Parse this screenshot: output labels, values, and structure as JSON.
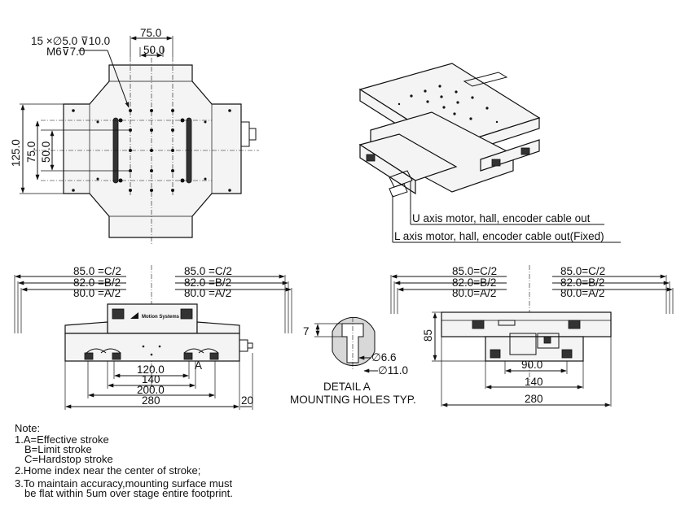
{
  "top_view": {
    "hole_spec_1": "15 ×∅5.0 ⊽10.0",
    "hole_spec_2": "M6⊽7.0",
    "dim_width_outer": "75.0",
    "dim_width_inner": "50.0",
    "dim_height_full": "125.0",
    "dim_height_outer": "75.0",
    "dim_height_inner": "50.0"
  },
  "iso_view": {
    "cable_u": "U axis motor, hall, encoder cable out",
    "cable_l": "L axis motor, hall, encoder cable out(Fixed)"
  },
  "front_view": {
    "stroke_c": "85.0 =C/2",
    "stroke_b": "82.0 =B/2",
    "stroke_a": "80.0 =A/2",
    "dim_120": "120.0",
    "dim_140": "140",
    "dim_200": "200.0",
    "dim_280": "280",
    "dim_20": "20",
    "detail_marker": "A",
    "logo_text": "Motion Systems"
  },
  "detail_a": {
    "dim_depth": "7",
    "dim_hole": "∅6.6",
    "dim_cbore": "∅11.0",
    "title_1": "DETAIL A",
    "title_2": "MOUNTING HOLES TYP."
  },
  "side_view": {
    "stroke_c": "85.0=C/2",
    "stroke_b": "82.0=B/2",
    "stroke_a": "80.0=A/2",
    "dim_height": "85",
    "dim_90": "90.0",
    "dim_140": "140",
    "dim_280": "280"
  },
  "notes": {
    "title": "Note:",
    "lines": [
      "1.A=Effective stroke",
      "B=Limit stroke",
      "C=Hardstop stroke",
      "2.Home index near the center of stroke;",
      "3.To maintain accuracy,mounting surface must",
      "be flat within 5um over stage entire footprint."
    ]
  }
}
